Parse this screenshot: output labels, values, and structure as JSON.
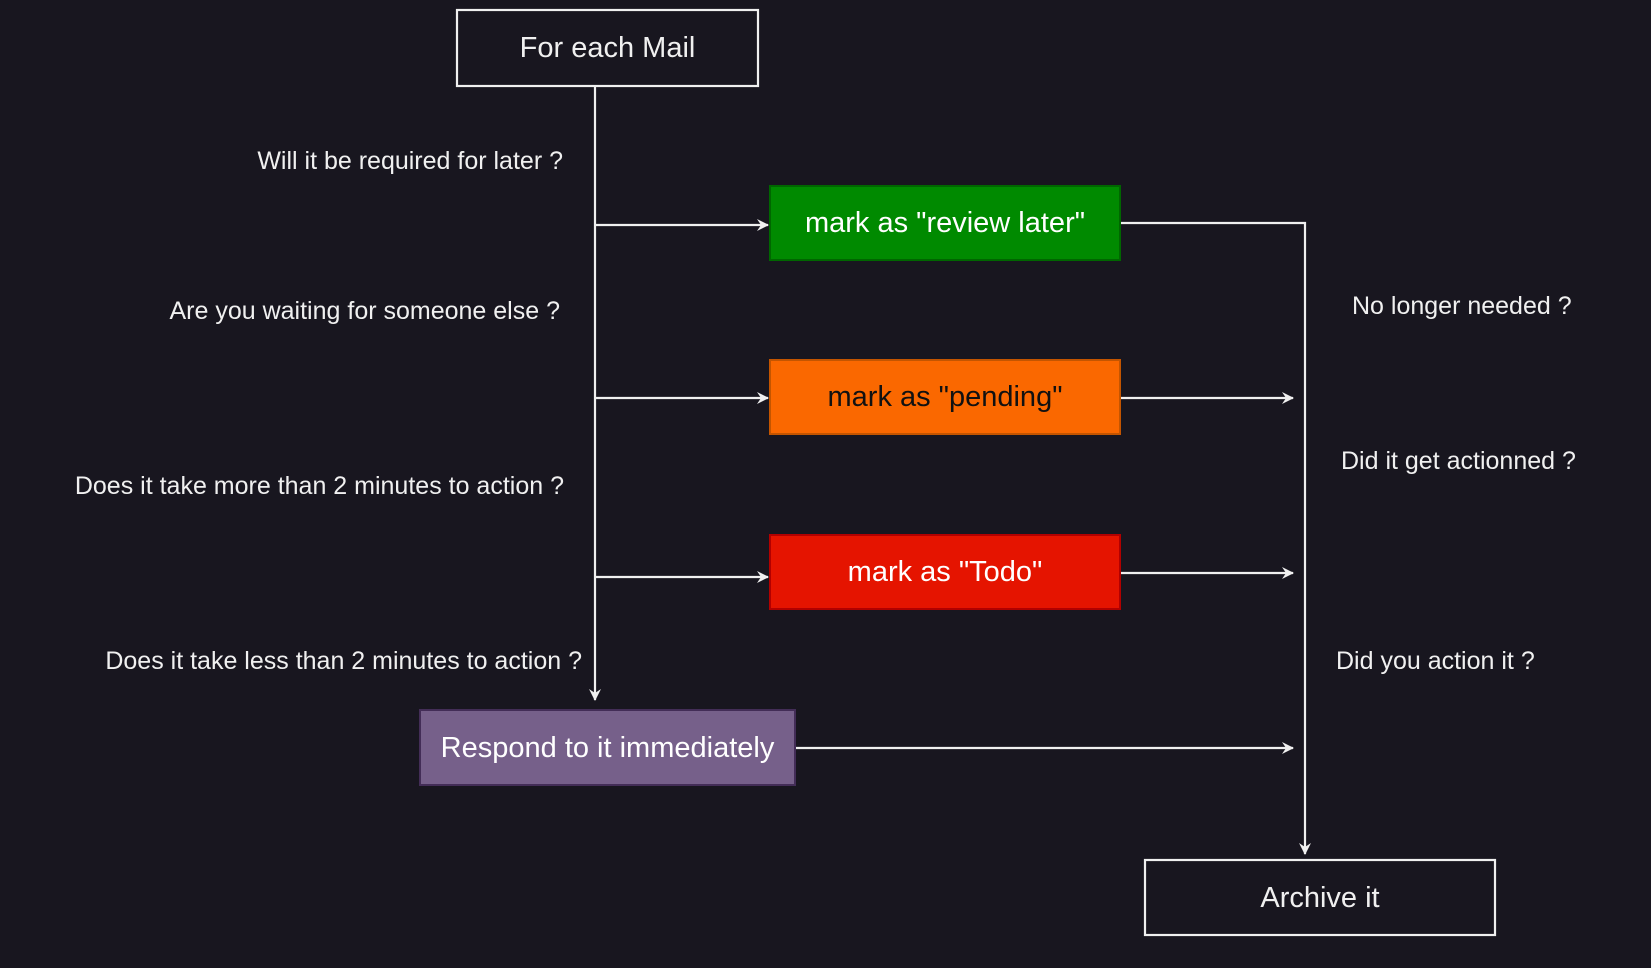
{
  "colors": {
    "background": "#18161f",
    "line": "#f0f0f0",
    "review": "#008a00",
    "pending": "#fa6800",
    "todo": "#e51400",
    "respond": "#76608a"
  },
  "nodes": {
    "start": "For each Mail",
    "review": "mark as \"review later\"",
    "pending": "mark as \"pending\"",
    "todo": "mark as \"Todo\"",
    "respond": "Respond to it immediately",
    "archive": "Archive it"
  },
  "questions": {
    "required_later": "Will it be required for later ?",
    "waiting": "Are you waiting for someone else ?",
    "more_than_2": "Does it take more than 2 minutes to action ?",
    "less_than_2": "Does it take less than 2 minutes to action ?",
    "no_longer": "No longer needed ?",
    "actioned": "Did it get actionned ?",
    "did_action": "Did you action it ?"
  }
}
